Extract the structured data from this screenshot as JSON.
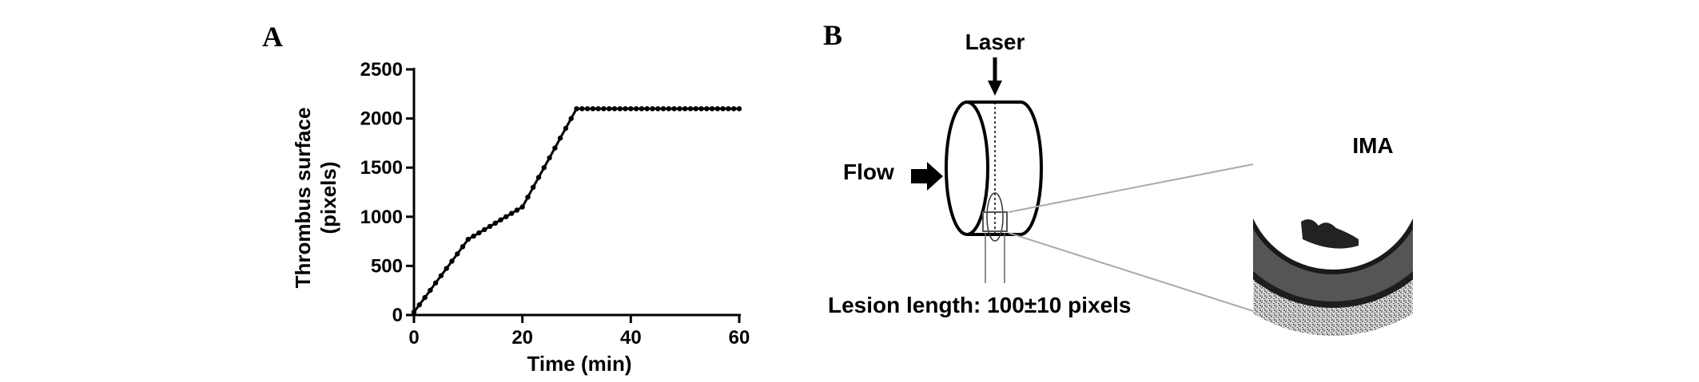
{
  "panels": {
    "a_label": "A",
    "b_label": "B"
  },
  "chart_data": {
    "type": "line",
    "title": "",
    "xlabel": "Time (min)",
    "ylabel_line1": "Thrombus surface",
    "ylabel_line2": "(pixels)",
    "xlim": [
      0,
      60
    ],
    "ylim": [
      0,
      2500
    ],
    "xticks": [
      0,
      20,
      40,
      60
    ],
    "yticks": [
      0,
      500,
      1000,
      1500,
      2000,
      2500
    ],
    "line_color": "#000000",
    "marker": "filled-circle",
    "grid": false,
    "series": [
      {
        "x": [
          0,
          1,
          2,
          3,
          4,
          5,
          6,
          7,
          8,
          9,
          10,
          11,
          12,
          13,
          14,
          15,
          16,
          17,
          18,
          19,
          20,
          21,
          22,
          23,
          24,
          25,
          26,
          27,
          28,
          29,
          30,
          31,
          32,
          33,
          34,
          35,
          36,
          37,
          38,
          39,
          40,
          41,
          42,
          43,
          44,
          45,
          46,
          47,
          48,
          49,
          50,
          51,
          52,
          53,
          54,
          55,
          56,
          57,
          58,
          59,
          60
        ],
        "y": [
          30,
          104,
          178,
          252,
          326,
          400,
          474,
          548,
          622,
          696,
          770,
          803,
          836,
          869,
          902,
          935,
          968,
          1001,
          1034,
          1067,
          1100,
          1200,
          1300,
          1400,
          1500,
          1600,
          1700,
          1800,
          1900,
          2000,
          2100,
          2100,
          2100,
          2100,
          2100,
          2100,
          2100,
          2100,
          2100,
          2100,
          2100,
          2100,
          2100,
          2100,
          2100,
          2100,
          2100,
          2100,
          2100,
          2100,
          2100,
          2100,
          2100,
          2100,
          2100,
          2100,
          2100,
          2100,
          2100,
          2100,
          2100
        ]
      }
    ]
  },
  "diagram": {
    "laser_label": "Laser",
    "flow_label": "Flow",
    "lesion_label": "Lesion length: 100±10 pixels",
    "ima_label": "IMA"
  }
}
